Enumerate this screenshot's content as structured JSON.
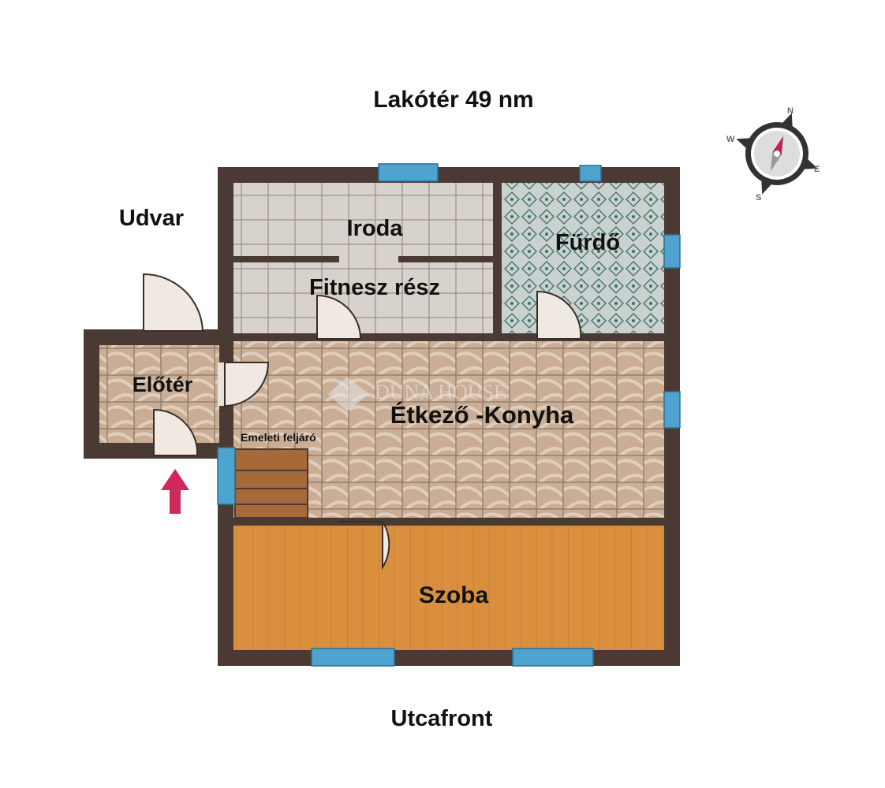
{
  "title": "Lakótér 49 nm",
  "outside": {
    "yard": "Udvar",
    "street": "Utcafront"
  },
  "rooms": {
    "office": "Iroda",
    "fitness": "Fitnesz rész",
    "bathroom": "Fürdő",
    "hall": "Előtér",
    "kitchen": "Étkező -Konyha",
    "stairs": "Emeleti feljáró",
    "room": "Szoba"
  },
  "watermark": "DUNA HOUSE",
  "compass": {
    "n": "N",
    "e": "E",
    "s": "S",
    "w": "W"
  },
  "colors": {
    "wall": "#4a3a33",
    "window": "#4fa3cf",
    "entrance_arrow": "#d0285a",
    "floor_wood": "#d98f3e"
  }
}
